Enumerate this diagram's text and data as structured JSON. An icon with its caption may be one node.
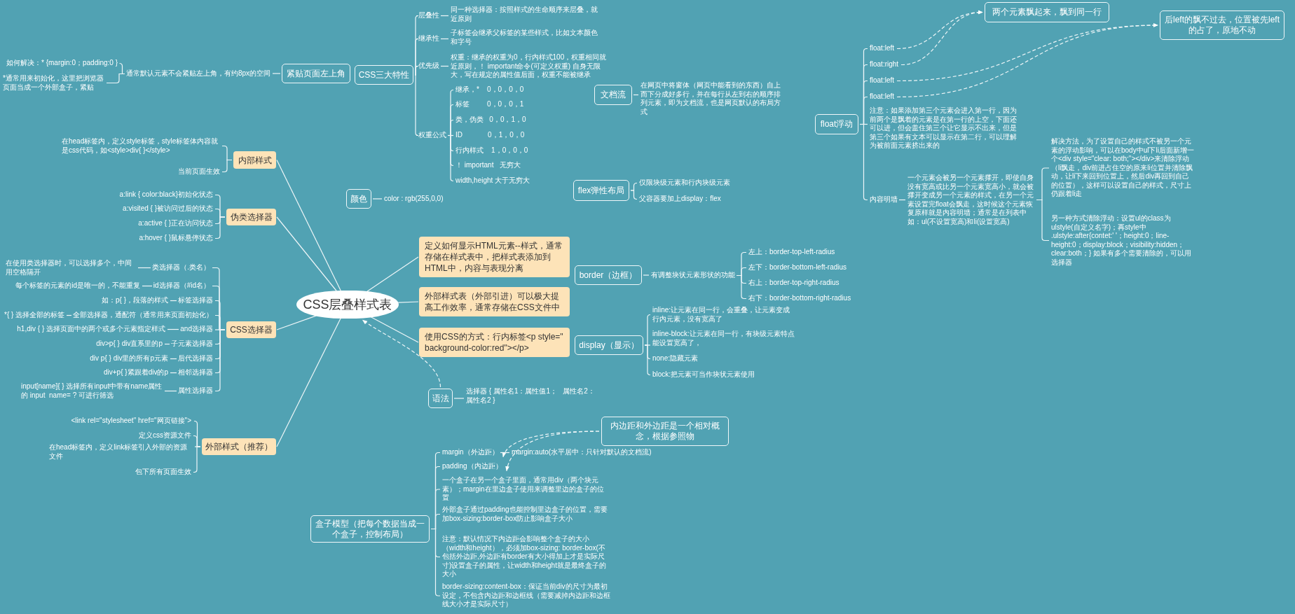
{
  "diagram": {
    "nodes": [
      {
        "text": [
          "CSS层叠样式表"
        ]
      },
      {
        "text": [
          "定义如何显示HTML元素--样式，通常存储在样式表中，把样式表添加到HTML中，内容与表现分离"
        ]
      },
      {
        "text": [
          "外部样式表（外部引进）可以极大提高工作效率，通常存储在CSS文件中"
        ]
      },
      {
        "text": [
          "使用CSS的方式：行内标签<p style=\" background-color:red\"></p>"
        ]
      },
      {
        "text": [
          "内部样式"
        ]
      },
      {
        "text": [
          "在head标签内，定义style标签，style标签体内容就是css代码，如<style>div{ }</style>"
        ]
      },
      {
        "text": [
          "当前页面生效"
        ]
      },
      {
        "text": [
          "伪类选择器"
        ]
      },
      {
        "text": [
          "a:link { color:black}初始化状态"
        ]
      },
      {
        "text": [
          "a:visited { }被访问过后的状态"
        ]
      },
      {
        "text": [
          "a:active { }正在访问状态"
        ]
      },
      {
        "text": [
          "a:hover { }鼠标悬停状态"
        ]
      },
      {
        "text": [
          "CSS选择器"
        ]
      },
      {
        "text": [
          "类选择器（.类名）"
        ]
      },
      {
        "text": [
          "在使用类选择器时，可以选择多个，中间用空格隔开"
        ]
      },
      {
        "text": [
          "id选择器（#id名）"
        ]
      },
      {
        "text": [
          "每个标签的元素的id是唯一的，不能重复"
        ]
      },
      {
        "text": [
          "标签选择器"
        ]
      },
      {
        "text": [
          "如：p{ }，段落的样式"
        ]
      },
      {
        "text": [
          "全部选择器，通配符（通常用来页面初始化）"
        ]
      },
      {
        "text": [
          "*{ } 选择全部的标签"
        ]
      },
      {
        "text": [
          "and选择器"
        ]
      },
      {
        "text": [
          "h1,div { } 选择页面中的两个或多个元素指定样式"
        ]
      },
      {
        "text": [
          "子元素选择器"
        ]
      },
      {
        "text": [
          "div>p{ } div直系里的p"
        ]
      },
      {
        "text": [
          "后代选择器"
        ]
      },
      {
        "text": [
          "div p{ } div里的所有p元素"
        ]
      },
      {
        "text": [
          "相邻选择器"
        ]
      },
      {
        "text": [
          "div+p{ }紧跟着div的p"
        ]
      },
      {
        "text": [
          "属性选择器"
        ]
      },
      {
        "text": [
          "input[name]{ } 选择所有input中带有name属性的 input  name= ? 可进行筛选"
        ]
      },
      {
        "text": [
          "外部样式（推荐）"
        ]
      },
      {
        "text": [
          "<link rel=\"stylesheet\" href=\"网页链接\">"
        ]
      },
      {
        "text": [
          "定义css资源文件"
        ]
      },
      {
        "text": [
          "在head标签内，定义link标签引入外部的资源文件"
        ]
      },
      {
        "text": [
          "包下所有页面生效"
        ]
      },
      {
        "text": [
          "紧贴页面左上角"
        ]
      },
      {
        "text": [
          "通常默认元素不会紧贴左上角，有约8px的空间"
        ]
      },
      {
        "text": [
          "如何解决：* {margin:0；padding:0 }"
        ]
      },
      {
        "text": [
          "*通常用来初始化，这里把浏览器页面当成一个外部盒子，紧贴"
        ]
      },
      {
        "text": [
          "CSS三大特性"
        ]
      },
      {
        "text": [
          "层叠性"
        ]
      },
      {
        "text": [
          "同一种选择器：按照样式的生命顺序来层叠，就近原则"
        ]
      },
      {
        "text": [
          "继承性"
        ]
      },
      {
        "text": [
          "子标签会继承父标签的某些样式，比如文本颜色和字号"
        ]
      },
      {
        "text": [
          "优先级"
        ]
      },
      {
        "text": [
          "权重：继承的权重为0，行内样式100，权重相同就近原则，！ important命令(可定义权重) 自身无限大，写在规定的属性值后面，权重不能被继承"
        ]
      },
      {
        "text": [
          "权重公式"
        ]
      },
      {
        "text": [
          "继承，*    0，0，0，0"
        ]
      },
      {
        "text": [
          "标签         0，0，0，1"
        ]
      },
      {
        "text": [
          "类，伪类   0，0，1，0"
        ]
      },
      {
        "text": [
          "ID             0，1，0，0"
        ]
      },
      {
        "text": [
          "行内样式    1，0，0，0"
        ]
      },
      {
        "text": [
          "！ important   无穷大"
        ]
      },
      {
        "text": [
          "width,height 大于无穷大"
        ]
      },
      {
        "text": [
          "颜色"
        ]
      },
      {
        "text": [
          "color : rgb(255,0,0)"
        ]
      },
      {
        "text": [
          "语法"
        ]
      },
      {
        "text": [
          "选择器 { 属性名1：属性值1；   属性名2：属性名2 }"
        ]
      },
      {
        "text": [
          "文档流"
        ]
      },
      {
        "text": [
          "在网页中将窗体（网页中能看到的东西）自上而下分成好多行，并在每行从左到右的顺序排列元素，即为文档流，也是网页默认的布局方式"
        ]
      },
      {
        "text": [
          "flex弹性布局"
        ]
      },
      {
        "text": [
          "仅限块级元素和行内块级元素"
        ]
      },
      {
        "text": [
          "父容器要加上display：flex"
        ]
      },
      {
        "text": [
          "border（边框）"
        ]
      },
      {
        "text": [
          "有调整块状元素形状的功能"
        ]
      },
      {
        "text": [
          "左上：border-top-left-radius"
        ]
      },
      {
        "text": [
          "左下：border-bottom-left-radius"
        ]
      },
      {
        "text": [
          "右上：border-top-right-radius"
        ]
      },
      {
        "text": [
          "右下：border-bottom-right-radius"
        ]
      },
      {
        "text": [
          "display（显示）"
        ]
      },
      {
        "text": [
          "inline:让元素在同一行，会重叠，让元素变成行内元素，没有宽高了"
        ]
      },
      {
        "text": [
          "inline-block:让元素在同一行，有块级元素特点能设置宽高了，"
        ]
      },
      {
        "text": [
          "none:隐藏元素"
        ]
      },
      {
        "text": [
          "block:把元素可当作块状元素使用"
        ]
      },
      {
        "text": [
          "float浮动"
        ]
      },
      {
        "text": [
          "float:left"
        ]
      },
      {
        "text": [
          "float:right"
        ]
      },
      {
        "text": [
          "float:left"
        ]
      },
      {
        "text": [
          "float:left"
        ]
      },
      {
        "text": [
          "注意：如果添加第三个元素会进入第一行，因为前两个是飘着的元素是在第一行的上空，下面还可以进，但会盖住第三个让它显示不出来，但是第三个如果有文本可以显示在第二行，可以理解为被前面元素挤出来的"
        ]
      },
      {
        "text": [
          "内容明墙"
        ]
      },
      {
        "text": [
          "一个元素会被另一个元素撑开，即使自身没有宽高或比另一个元素宽高小，就会被撑开变成另一个元素的样式，在另一个元素设置完float会飘走，这时候这个元素恢复原样就是内容明墙；通常是在列表中如：ul(不设置宽高)和li(设置宽高)"
        ]
      },
      {
        "text": [
          "解决方法，为了设置自己的样式不被另一个元素的浮动影响，可以在body中ul下li后面新增一个<div style=\"clear: both;\"></div>来清除浮动（li飘走，div前进占住空的原来li位置并清除飘动，让li下来回到位置上，然后div再回到自己的位置），这样可以设置自己的样式，尺寸上仍跟着li走"
        ]
      },
      {
        "text": [
          "另一种方式清除浮动：设置ul的class为ulstyle(自定义名字)；再style中 .ulstyle:after{contet:' '；height:0；line-height:0；display:block；visibility:hidden；clear:both；} 如果有多个需要清除的，可以用选择器"
        ]
      },
      {
        "text": [
          "两个元素飘起来，飘到同一行"
        ]
      },
      {
        "text": [
          "后left的飘不过去，位置被先left的占了，原地不动"
        ]
      },
      {
        "text": [
          "盒子模型（把每个数据当成一个盒子，控制布局）"
        ]
      },
      {
        "text": [
          "margin（外边距）"
        ]
      },
      {
        "text": [
          "margin:auto(水平居中：只针对默认的文档流)"
        ]
      },
      {
        "text": [
          "padding（内边距）"
        ]
      },
      {
        "text": [
          "一个盒子在另一个盒子里面，通常用div（两个块元素）；margin在里边盒子使用来调整里边的盒子的位置"
        ]
      },
      {
        "text": [
          "外部盒子通过padding也能控制里边盒子的位置，需要加box-sizing:border-box防止影响盒子大小"
        ]
      },
      {
        "text": [
          "注意：默认情况下内边距会影响整个盒子的大小（width和height），必须加box-sizing: border-box(不包括外边距,外边距有border有大小得加上才是实际尺寸)设置盒子的属性，让width和height就是最终盒子的大小"
        ]
      },
      {
        "text": [
          "border-sizing:content-box：保证当前div的尺寸为最初设定，不包含内边距和边框线（需要减掉内边距和边框线大小才是实际尺寸）"
        ]
      },
      {
        "text": [
          "内边距和外边距是一个相对概念，根据参照物"
        ]
      }
    ],
    "edges": [
      {
        "from": 0,
        "to": 1,
        "arrow": "none"
      },
      {
        "from": 0,
        "to": 2,
        "arrow": "none"
      },
      {
        "from": 0,
        "to": 3,
        "arrow": "none"
      },
      {
        "from": 0,
        "to": 4,
        "arrow": "none"
      },
      {
        "from": 0,
        "to": 7,
        "arrow": "none"
      },
      {
        "from": 0,
        "to": 12,
        "arrow": "none"
      },
      {
        "from": 0,
        "to": 31,
        "arrow": "none"
      },
      {
        "from": 4,
        "to": 5,
        "arrow": "none"
      },
      {
        "from": 4,
        "to": 6,
        "arrow": "none"
      },
      {
        "from": 7,
        "to": 8,
        "arrow": "none"
      },
      {
        "from": 7,
        "to": 9,
        "arrow": "none"
      },
      {
        "from": 7,
        "to": 10,
        "arrow": "none"
      },
      {
        "from": 7,
        "to": 11,
        "arrow": "none"
      },
      {
        "from": 12,
        "to": 13,
        "arrow": "none"
      },
      {
        "from": 13,
        "to": 14,
        "arrow": "none"
      },
      {
        "from": 12,
        "to": 15,
        "arrow": "none"
      },
      {
        "from": 15,
        "to": 16,
        "arrow": "none"
      },
      {
        "from": 12,
        "to": 17,
        "arrow": "none"
      },
      {
        "from": 17,
        "to": 18,
        "arrow": "none"
      },
      {
        "from": 12,
        "to": 19,
        "arrow": "none"
      },
      {
        "from": 19,
        "to": 20,
        "arrow": "none"
      },
      {
        "from": 12,
        "to": 21,
        "arrow": "none"
      },
      {
        "from": 21,
        "to": 22,
        "arrow": "none"
      },
      {
        "from": 12,
        "to": 23,
        "arrow": "none"
      },
      {
        "from": 23,
        "to": 24,
        "arrow": "none"
      },
      {
        "from": 12,
        "to": 25,
        "arrow": "none"
      },
      {
        "from": 25,
        "to": 26,
        "arrow": "none"
      },
      {
        "from": 12,
        "to": 27,
        "arrow": "none"
      },
      {
        "from": 27,
        "to": 28,
        "arrow": "none"
      },
      {
        "from": 12,
        "to": 29,
        "arrow": "none"
      },
      {
        "from": 29,
        "to": 30,
        "arrow": "none"
      },
      {
        "from": 31,
        "to": 32,
        "arrow": "none"
      },
      {
        "from": 31,
        "to": 33,
        "arrow": "none"
      },
      {
        "from": 31,
        "to": 34,
        "arrow": "none"
      },
      {
        "from": 31,
        "to": 35,
        "arrow": "none"
      },
      {
        "from": 36,
        "to": 37,
        "arrow": "none"
      },
      {
        "from": 37,
        "to": 38,
        "arrow": "none"
      },
      {
        "from": 37,
        "to": 39,
        "arrow": "none"
      },
      {
        "from": 40,
        "to": 41,
        "arrow": "none"
      },
      {
        "from": 41,
        "to": 42,
        "arrow": "none"
      },
      {
        "from": 40,
        "to": 43,
        "arrow": "none"
      },
      {
        "from": 43,
        "to": 44,
        "arrow": "none"
      },
      {
        "from": 40,
        "to": 45,
        "arrow": "none"
      },
      {
        "from": 45,
        "to": 46,
        "arrow": "none"
      },
      {
        "from": 40,
        "to": 47,
        "arrow": "none"
      },
      {
        "from": 47,
        "to": 48,
        "arrow": "none"
      },
      {
        "from": 47,
        "to": 49,
        "arrow": "none"
      },
      {
        "from": 47,
        "to": 50,
        "arrow": "none"
      },
      {
        "from": 47,
        "to": 51,
        "arrow": "none"
      },
      {
        "from": 47,
        "to": 52,
        "arrow": "none"
      },
      {
        "from": 47,
        "to": 53,
        "arrow": "none"
      },
      {
        "from": 47,
        "to": 54,
        "arrow": "none"
      },
      {
        "from": 55,
        "to": 56,
        "arrow": "none"
      },
      {
        "from": 57,
        "to": 58,
        "arrow": "none"
      },
      {
        "from": 57,
        "to": 0,
        "arrow": "to",
        "style": "dashed"
      },
      {
        "from": 59,
        "to": 60,
        "arrow": "none"
      },
      {
        "from": 61,
        "to": 62,
        "arrow": "none"
      },
      {
        "from": 61,
        "to": 63,
        "arrow": "none"
      },
      {
        "from": 64,
        "to": 65,
        "arrow": "none"
      },
      {
        "from": 65,
        "to": 66,
        "arrow": "none"
      },
      {
        "from": 65,
        "to": 67,
        "arrow": "none"
      },
      {
        "from": 65,
        "to": 68,
        "arrow": "none"
      },
      {
        "from": 65,
        "to": 69,
        "arrow": "none"
      },
      {
        "from": 70,
        "to": 71,
        "arrow": "none"
      },
      {
        "from": 70,
        "to": 72,
        "arrow": "none"
      },
      {
        "from": 70,
        "to": 73,
        "arrow": "none"
      },
      {
        "from": 70,
        "to": 74,
        "arrow": "none"
      },
      {
        "from": 75,
        "to": 76,
        "arrow": "none"
      },
      {
        "from": 75,
        "to": 77,
        "arrow": "none"
      },
      {
        "from": 75,
        "to": 78,
        "arrow": "none"
      },
      {
        "from": 75,
        "to": 79,
        "arrow": "none"
      },
      {
        "from": 75,
        "to": 80,
        "arrow": "none"
      },
      {
        "from": 75,
        "to": 81,
        "arrow": "none"
      },
      {
        "from": 81,
        "to": 82,
        "arrow": "none"
      },
      {
        "from": 82,
        "to": 83,
        "arrow": "none"
      },
      {
        "from": 82,
        "to": 84,
        "arrow": "none"
      },
      {
        "from": 76,
        "to": 85,
        "arrow": "to",
        "style": "dashed"
      },
      {
        "from": 77,
        "to": 85,
        "arrow": "to",
        "style": "dashed"
      },
      {
        "from": 78,
        "to": 86,
        "arrow": "to",
        "style": "dashed"
      },
      {
        "from": 79,
        "to": 86,
        "arrow": "to",
        "style": "dashed"
      },
      {
        "from": 87,
        "to": 88,
        "arrow": "none"
      },
      {
        "from": 88,
        "to": 89,
        "arrow": "none"
      },
      {
        "from": 87,
        "to": 90,
        "arrow": "none"
      },
      {
        "from": 87,
        "to": 91,
        "arrow": "none"
      },
      {
        "from": 87,
        "to": 92,
        "arrow": "none"
      },
      {
        "from": 87,
        "to": 93,
        "arrow": "none"
      },
      {
        "from": 87,
        "to": 94,
        "arrow": "none"
      },
      {
        "from": 95,
        "to": 88,
        "arrow": "to",
        "style": "dashed"
      },
      {
        "from": 95,
        "to": 90,
        "arrow": "to",
        "style": "dashed"
      }
    ]
  }
}
